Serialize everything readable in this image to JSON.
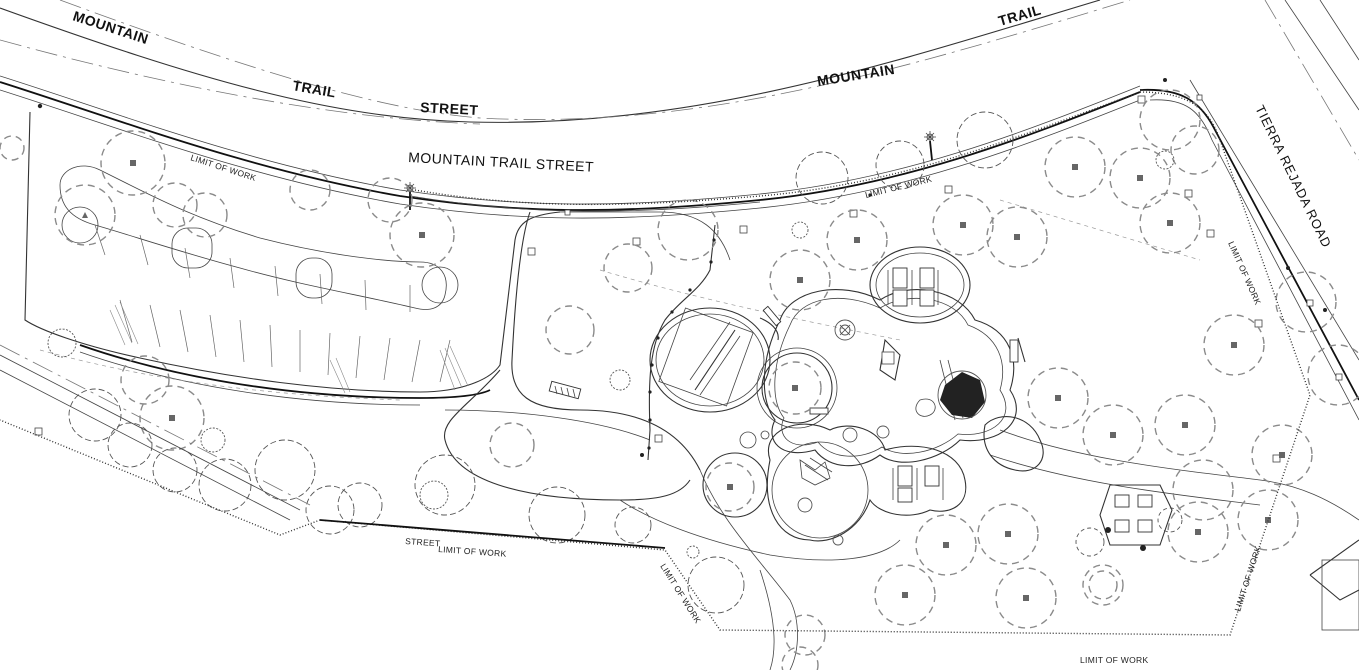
{
  "labels": {
    "mountain_left": "MOUNTAIN",
    "trail_left": "TRAIL",
    "street_left": "STREET",
    "mountain_right": "MOUNTAIN",
    "trail_right": "TRAIL",
    "mountain_trail_street": "MOUNTAIN TRAIL STREET",
    "tierra_rejada_road": "TIERRA REJADA ROAD"
  },
  "limit_of_work": {
    "north_1": "LIMIT OF WORK",
    "north_2": "LIMIT OF WORK",
    "east_1": "LIMIT OF WORK",
    "east_2": "LIMIT OF WORK",
    "south_1": "LIMIT OF WORK",
    "south_2": "LIMIT OF WORK",
    "street_south": "STREET"
  },
  "colors": {
    "linework": "#333333",
    "tree_canopy": "#8a8a8a",
    "background": "#ffffff"
  }
}
